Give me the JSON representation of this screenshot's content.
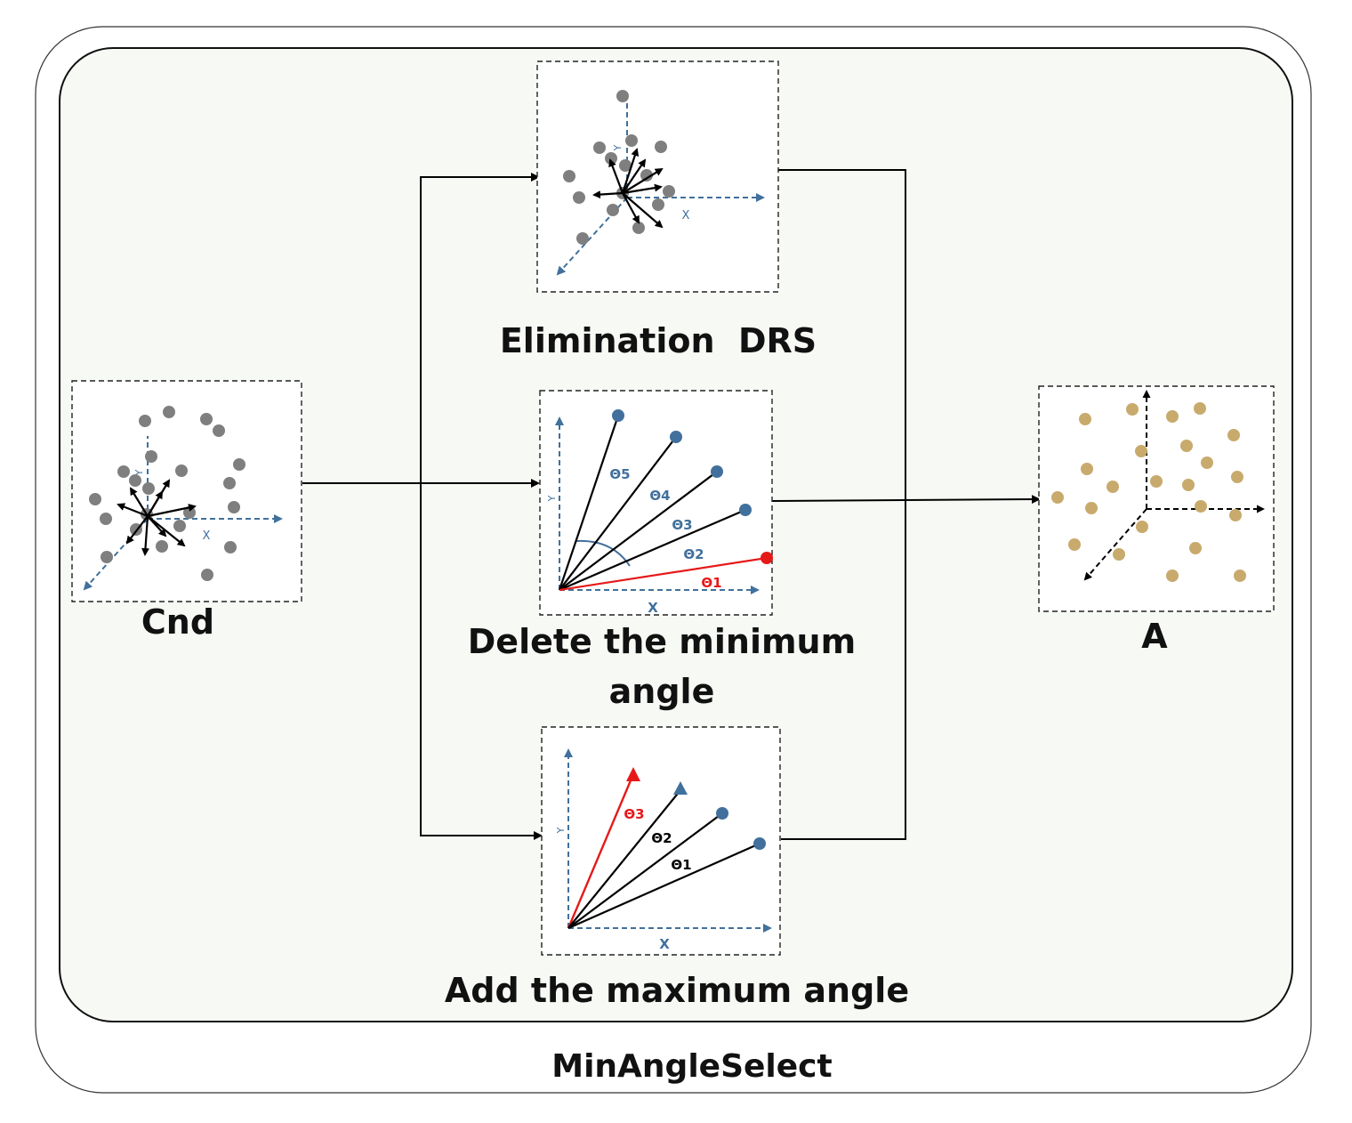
{
  "outer_label": "MinAngleSelect",
  "colors": {
    "inner_fill": "#f7f9f4",
    "gray_point": "#7f7f7f",
    "blue_point": "#41709c",
    "tan_point": "#c8aa6d",
    "red": "#e61919",
    "axis_blue": "#41709c"
  },
  "panels": {
    "cnd": {
      "caption": "Cnd",
      "x_label": "X",
      "y_label": "Y"
    },
    "drs": {
      "caption": "Elimination  DRS",
      "x_label": "X",
      "y_label": "Y"
    },
    "delete": {
      "caption_line1": "Delete the minimum",
      "caption_line2": "angle",
      "x_label": "X",
      "y_label": "Y",
      "angles": [
        "Θ5",
        "Θ4",
        "Θ3",
        "Θ2",
        "Θ1"
      ]
    },
    "add": {
      "caption": "Add the maximum angle",
      "x_label": "X",
      "y_label": "Y",
      "angles": [
        "Θ3",
        "Θ2",
        "Θ1"
      ]
    },
    "a": {
      "caption": "A"
    }
  }
}
